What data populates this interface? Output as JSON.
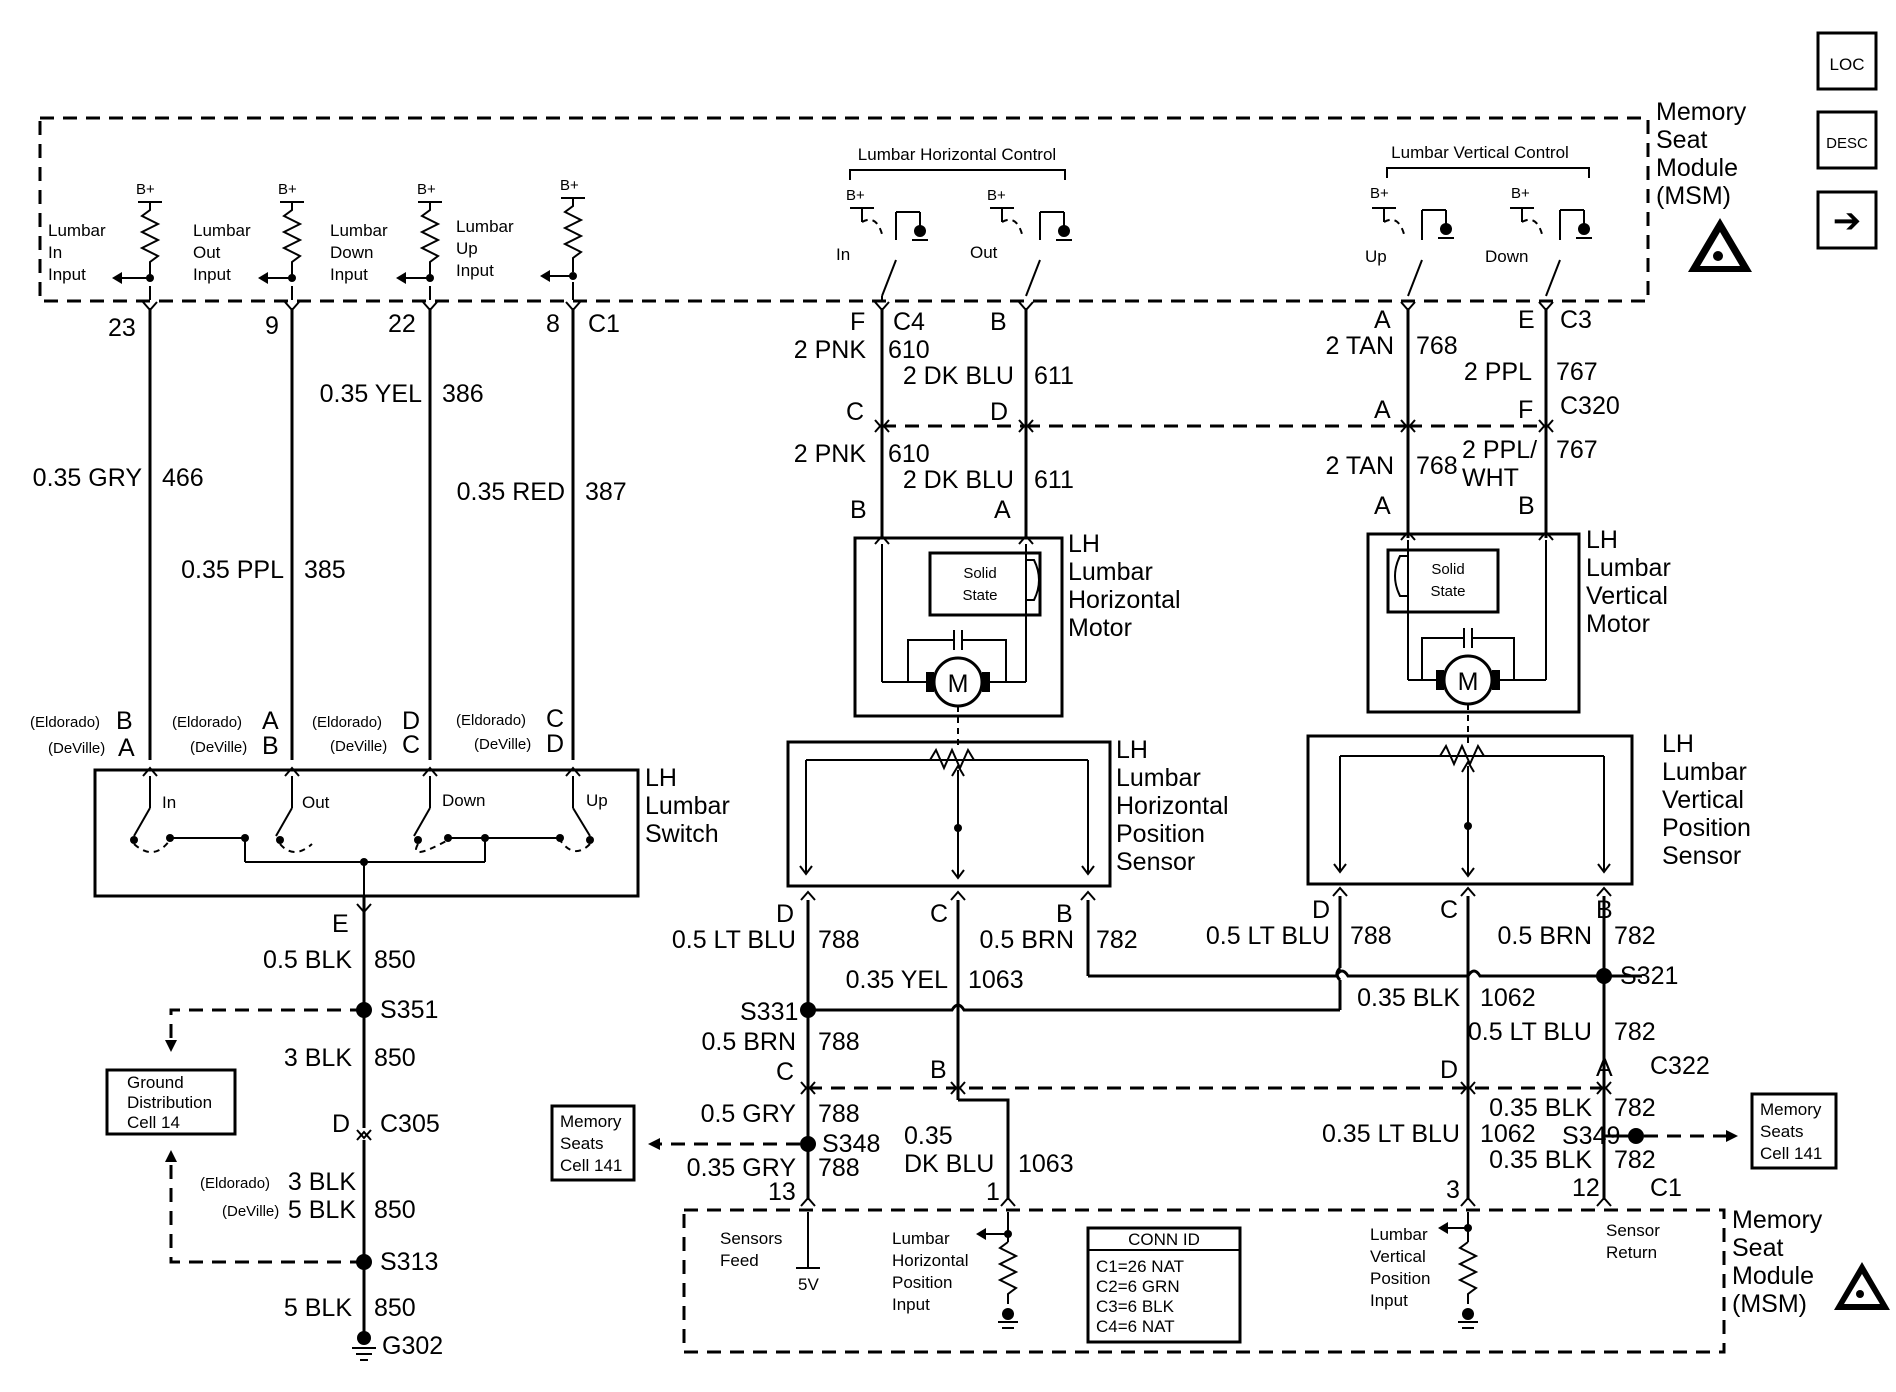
{
  "nav": {
    "loc": "LOC",
    "desc": "DESC",
    "next": "➔"
  },
  "msm_top": [
    "Memory",
    "Seat",
    "Module",
    "(MSM)"
  ],
  "msm_bottom": [
    "Memory",
    "Seat",
    "Module",
    "(MSM)"
  ],
  "bplus": "B+",
  "inputs": {
    "lumbar_in": [
      "Lumbar",
      "In",
      "Input"
    ],
    "lumbar_out": [
      "Lumbar",
      "Out",
      "Input"
    ],
    "lumbar_down": [
      "Lumbar",
      "Down",
      "Input"
    ],
    "lumbar_up": [
      "Lumbar",
      "Up",
      "Input"
    ]
  },
  "horiz_control": {
    "title": "Lumbar Horizontal Control",
    "in": "In",
    "out": "Out"
  },
  "vert_control": {
    "title": "Lumbar Vertical Control",
    "up": "Up",
    "down": "Down"
  },
  "pins_top": {
    "p23": "23",
    "p9": "9",
    "p22": "22",
    "p8": "8",
    "c1": "C1",
    "F": "F",
    "C4": "C4",
    "B": "B",
    "A": "A",
    "E": "E",
    "C3": "C3"
  },
  "wires": {
    "gry466": [
      "0.35 GRY",
      "466"
    ],
    "ppl385": [
      "0.35 PPL",
      "385"
    ],
    "yel386": [
      "0.35 YEL",
      "386"
    ],
    "red387": [
      "0.35 RED",
      "387"
    ],
    "pnk610a": [
      "2 PNK",
      "610"
    ],
    "dkblu611a": [
      "2 DK BLU",
      "611"
    ],
    "pnk610b": [
      "2 PNK",
      "610"
    ],
    "dkblu611b": [
      "2 DK BLU",
      "611"
    ],
    "tan768a": [
      "2 TAN",
      "768"
    ],
    "ppl767": [
      "2 PPL",
      "767"
    ],
    "tan768b": [
      "2 TAN",
      "768"
    ],
    "pplwht767": [
      "2 PPL/",
      "WHT",
      "767"
    ],
    "blk850a": [
      "0.5 BLK",
      "850"
    ],
    "blk850b": [
      "3 BLK",
      "850"
    ],
    "blk850c": [
      "3 BLK",
      "5 BLK",
      "850"
    ],
    "blk850d": [
      "5 BLK",
      "850"
    ],
    "ltblu788a": [
      "0.5 LT BLU",
      "788"
    ],
    "brn782a": [
      "0.5 BRN",
      "782"
    ],
    "ltblu788b": [
      "0.5 LT BLU",
      "788"
    ],
    "brn782b": [
      "0.5 BRN",
      "782"
    ],
    "yel1063": [
      "0.35 YEL",
      "1063"
    ],
    "blk1062": [
      "0.35 BLK",
      "1062"
    ],
    "brn788": [
      "0.5 BRN",
      "788"
    ],
    "ltblu782": [
      "0.5 LT BLU",
      "782"
    ],
    "gry788a": [
      "0.5 GRY",
      "788"
    ],
    "dkblu1063": [
      "0.35",
      "DK BLU",
      "1063"
    ],
    "ltblu1062": [
      "0.35 LT BLU",
      "1062"
    ],
    "blk782a": [
      "0.35 BLK",
      "782"
    ],
    "gry788b": [
      "0.35 GRY",
      "788"
    ],
    "blk782b": [
      "0.35 BLK",
      "782"
    ]
  },
  "mid_pins": {
    "C": "C",
    "D": "D",
    "A": "A",
    "F": "F",
    "C320": "C320",
    "B": "B"
  },
  "switch_pins": {
    "eldorado": "(Eldorado)",
    "deville": "(DeVille)",
    "s1": [
      "B",
      "A"
    ],
    "s2": [
      "A",
      "B"
    ],
    "s3": [
      "D",
      "C"
    ],
    "s4": [
      "C",
      "D"
    ]
  },
  "lumbar_switch": {
    "name": [
      "LH",
      "Lumbar",
      "Switch"
    ],
    "in": "In",
    "out": "Out",
    "down": "Down",
    "up": "Up"
  },
  "horiz_motor": {
    "name": [
      "LH",
      "Lumbar",
      "Horizontal",
      "Motor"
    ],
    "solid": [
      "Solid",
      "State"
    ],
    "m": "M"
  },
  "vert_motor": {
    "name": [
      "LH",
      "Lumbar",
      "Vertical",
      "Motor"
    ],
    "solid": [
      "Solid",
      "State"
    ],
    "m": "M"
  },
  "horiz_sensor": {
    "name": [
      "LH",
      "Lumbar",
      "Horizontal",
      "Position",
      "Sensor"
    ]
  },
  "vert_sensor": {
    "name": [
      "LH",
      "Lumbar",
      "Vertical",
      "Position",
      "Sensor"
    ]
  },
  "sensor_pins": {
    "D": "D",
    "C": "C",
    "B": "B"
  },
  "ground_path": {
    "E": "E",
    "S351": "S351",
    "D": "D",
    "C305": "C305",
    "S313": "S313",
    "G302": "G302",
    "eldorado": "(Eldorado)",
    "deville": "(DeVille)"
  },
  "ground_dist": [
    "Ground",
    "Distribution",
    "Cell 14"
  ],
  "splices": {
    "S331": "S331",
    "S321": "S321",
    "S348": "S348",
    "S349": "S349"
  },
  "c322_pins": {
    "C": "C",
    "B": "B",
    "D": "D",
    "A": "A",
    "C322": "C322"
  },
  "memory_seats_left": [
    "Memory",
    "Seats",
    "Cell 141"
  ],
  "memory_seats_right": [
    "Memory",
    "Seats",
    "Cell 141"
  ],
  "bottom_pins": {
    "p13": "13",
    "p1": "1",
    "p3": "3",
    "p12": "12",
    "c1": "C1"
  },
  "bottom_labels": {
    "sensors_feed": [
      "Sensors",
      "Feed"
    ],
    "v5": "5V",
    "horiz_input": [
      "Lumbar",
      "Horizontal",
      "Position",
      "Input"
    ],
    "vert_input": [
      "Lumbar",
      "Vertical",
      "Position",
      "Input"
    ],
    "sensor_return": [
      "Sensor",
      "Return"
    ]
  },
  "conn_id": {
    "title": "CONN ID",
    "rows": [
      "C1=26 NAT",
      "C2=6 GRN",
      "C3=6 BLK",
      "C4=6 NAT"
    ]
  }
}
